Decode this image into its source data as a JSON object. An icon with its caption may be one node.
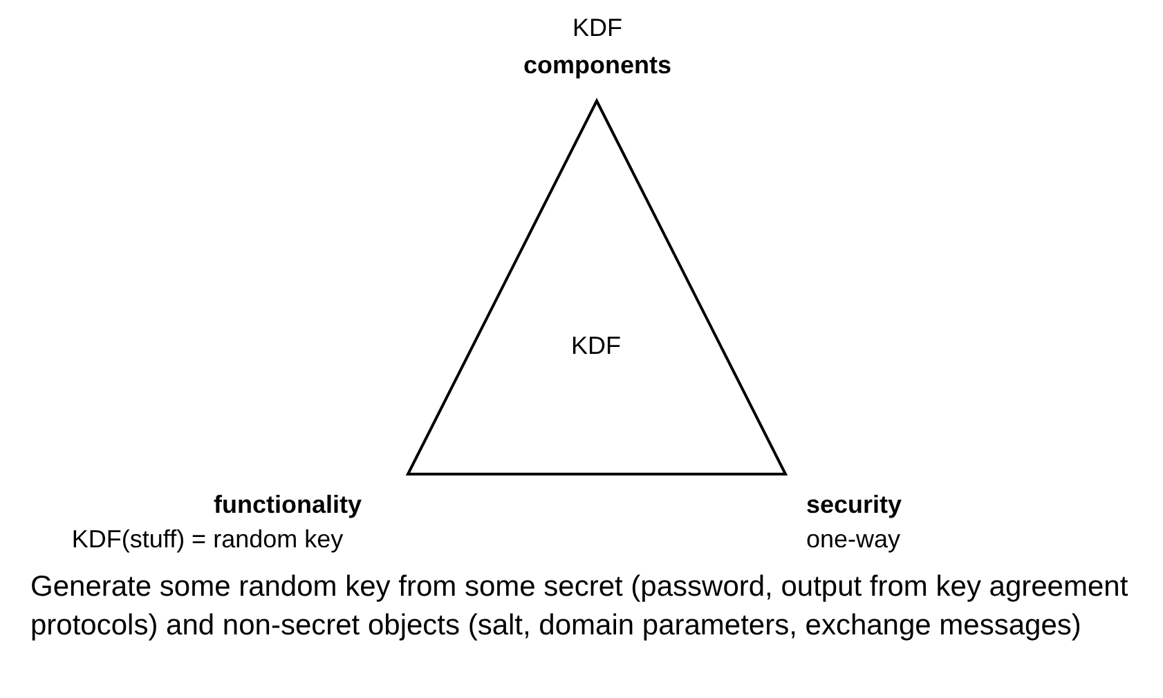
{
  "diagram": {
    "nodes": [
      {
        "text": [
          "KDF"
        ]
      }
    ],
    "labels": [
      "KDF",
      "components",
      "functionality",
      "KDF(stuff) = random key",
      "security",
      "one-way"
    ],
    "caption": "Generate some random key from some secret (password, output from key agreement protocols) and non-secret objects (salt, domain parameters, exchange messages)"
  }
}
